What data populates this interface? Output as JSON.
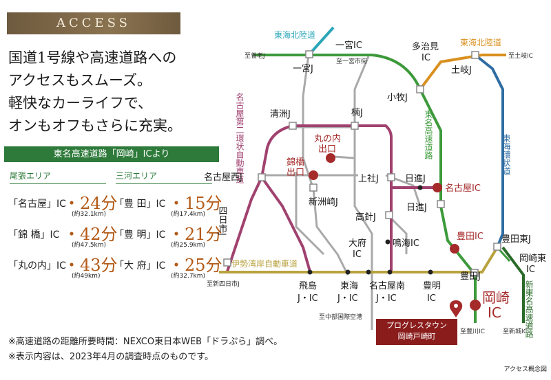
{
  "header": {
    "title": "ACCESS"
  },
  "headline": {
    "lines": [
      "国道1号線や高速道路への",
      "アクセスもスムーズ。",
      "軽快なカーライフで、",
      "オンもオフもさらに充実。"
    ]
  },
  "table": {
    "title": "東名高速道路「岡崎」ICより",
    "areas": [
      {
        "name": "尾張エリア",
        "rows": [
          {
            "ic": "「名古屋」IC",
            "min": "・24分",
            "km": "(約32.1km)"
          },
          {
            "ic": "「錦 橋」IC",
            "min": "・42分",
            "km": "(約47.5km)"
          },
          {
            "ic": "「丸の内」IC",
            "min": "・43分",
            "km": "(約49km)"
          }
        ]
      },
      {
        "name": "三河エリア",
        "rows": [
          {
            "ic": "「豊 田」IC",
            "min": "・15分",
            "km": "(約17.4km)"
          },
          {
            "ic": "「豊 明」IC",
            "min": "・21分",
            "km": "(約25.9km)"
          },
          {
            "ic": "「大 府」IC",
            "min": "・25分",
            "km": "(約32.7km)"
          }
        ]
      }
    ]
  },
  "notes": [
    "※高速道路の距離所要時間：NEXCO東日本WEB「ドラぷら」調べ。",
    "※表示内容は、2023年4月の調査時点のものです。"
  ],
  "caption": "アクセス概念図",
  "destination": {
    "line1": "プログレスタウン",
    "line2": "岡崎戸崎町"
  },
  "colors": {
    "green": "#3d9a3b",
    "purple": "#a0416f",
    "orange": "#d9901f",
    "blue": "#2f6da3",
    "gray": "#a9a9a9",
    "teal": "#2aa6b8",
    "olive": "#b8a23e",
    "red": "#a52a2a"
  },
  "map": {
    "roads": {
      "tokai_hokuriku_w": "東海北陸道",
      "tokai_hokuriku_e": "東海北陸道",
      "tomei": "東名高速道路",
      "tokai_kanjo": "東海環状道",
      "nagoya_2kanjo": "名古屋第二環状自動車道",
      "isewan": "伊勢湾岸自動車道",
      "shintomei": "新東名高速道路"
    },
    "directions": {
      "yoro": "至養老J",
      "toki": "至土岐IC",
      "ichinomiya_town": "至一宮市街",
      "shinyokkaichi": "至新四日市J",
      "chubu_airport": "至中部国際空港",
      "toyokawa": "至豊川IC",
      "shinshiro": "至新城IC"
    },
    "labels": {
      "ichinomiya_ic": "一宮IC",
      "ichinomiya_j": "一宮J",
      "tajimi": "多治見",
      "tajimi_ic": "IC",
      "toki_j": "土岐J",
      "komaki_j": "小牧J",
      "kiyosu_j": "清洲J",
      "kusunoki_j": "楠J",
      "marunouchi": "丸の内",
      "deguchi1": "出口",
      "nishikibashi": "錦橋",
      "deguchi2": "出口",
      "nagoyanishi_j": "名古屋西J",
      "shinsuzaki_j": "新洲崎J",
      "kamiyashiro_j": "上社J",
      "nisshin_j1": "日進J",
      "nagoya_ic": "名古屋IC",
      "nisshin_j2": "日進J",
      "takabari_j": "高針J",
      "yokkaichi": "四日市J",
      "obu": "大府",
      "obu_ic": "IC",
      "narumi_ic": "鳴海IC",
      "toyota_ic": "豊田IC",
      "toyota_higashi_j": "豊田東J",
      "okazaki_higashi": "岡崎東",
      "okazaki_higashi_ic": "IC",
      "toyota_j": "豊田J",
      "tobishima": "飛島",
      "tobishima_ic": "J・IC",
      "tokai": "東海",
      "tokai_ic": "J・IC",
      "nagoyaminami": "名古屋南",
      "nagoyaminami_ic": "J・IC",
      "toyoake": "豊明",
      "toyoake_ic": "IC",
      "okazaki": "岡崎",
      "okazaki_ic": "IC"
    }
  }
}
